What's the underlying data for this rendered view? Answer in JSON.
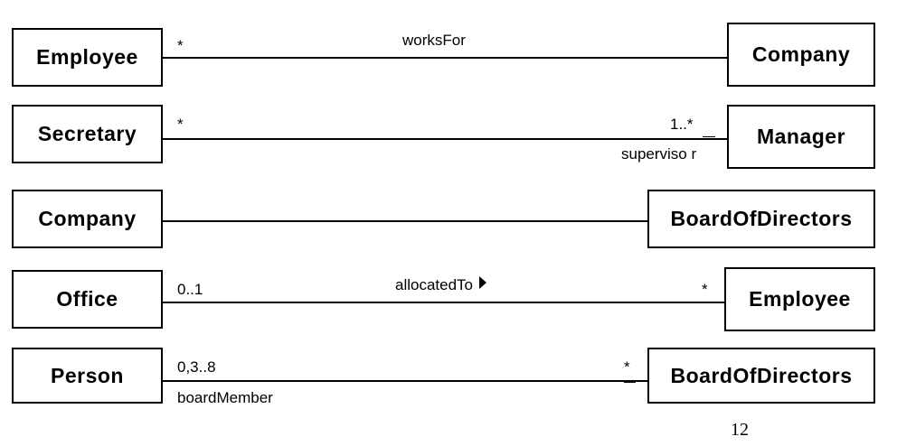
{
  "rows": [
    {
      "left": "Employee",
      "right": "Company",
      "left_mult": "*",
      "right_mult": "",
      "assoc": "worksFor",
      "role": ""
    },
    {
      "left": "Secretary",
      "right": "Manager",
      "left_mult": "*",
      "right_mult": "1..*",
      "assoc": "",
      "role": "superviso r"
    },
    {
      "left": "Company",
      "right": "BoardOfDirectors",
      "left_mult": "",
      "right_mult": "",
      "assoc": "",
      "role": ""
    },
    {
      "left": "Office",
      "right": "Employee",
      "left_mult": "0..1",
      "right_mult": "*",
      "assoc": "allocatedTo",
      "role": ""
    },
    {
      "left": "Person",
      "right": "BoardOfDirectors",
      "left_mult": "0,3..8",
      "right_mult": "*",
      "assoc": "",
      "role": "boardMember"
    }
  ],
  "page_number": "12",
  "icons": {
    "direction": "direction-triangle-icon"
  }
}
